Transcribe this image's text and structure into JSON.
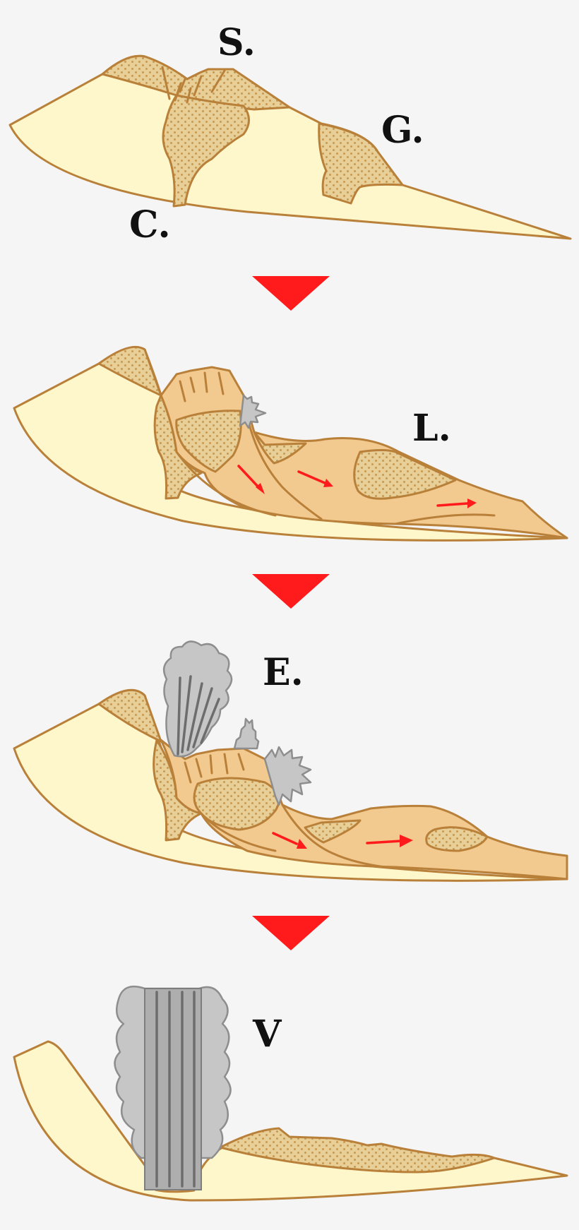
{
  "labels": {
    "summit": "S.",
    "glacier": "G.",
    "crater": "C.",
    "landslide": "L.",
    "eruption": "E.",
    "vent": "V"
  },
  "colors": {
    "background": "#f5f5f5",
    "mountain_fill": "#fff7cc",
    "outline": "#b9803a",
    "landslide_fill": "#f2c98e",
    "dotted_fill": "#e7cf97",
    "dot_color": "#c79a52",
    "arrow_red": "#ff1b1b",
    "ash_gray": "#c6c6c6"
  },
  "icons": {
    "stage_arrow": "down-triangle-icon",
    "flow_arrow": "arrow-right-icon"
  }
}
